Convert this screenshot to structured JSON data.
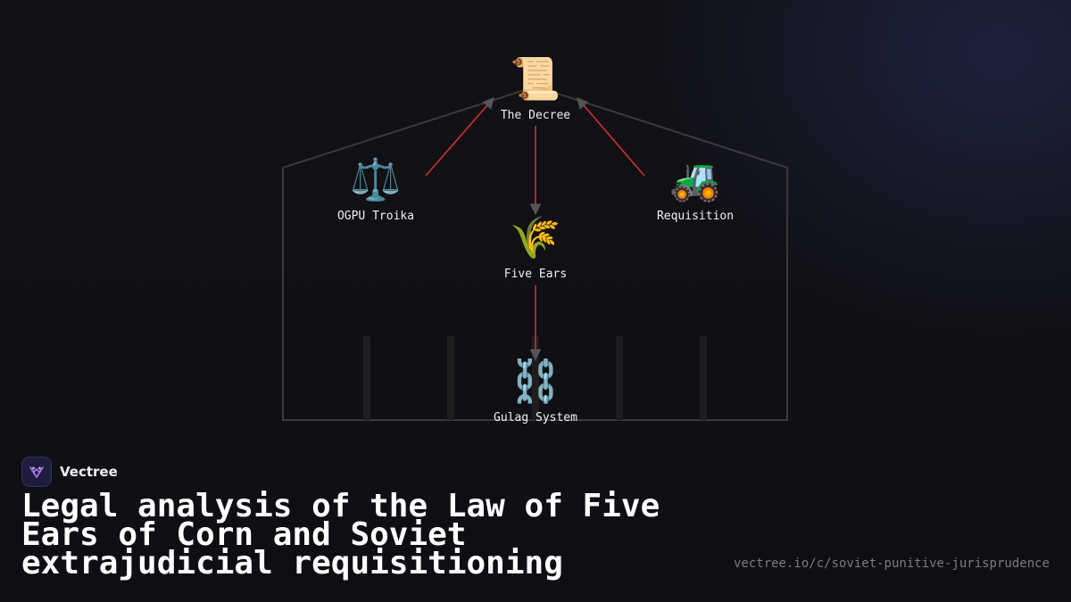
{
  "diagram": {
    "nodes": [
      {
        "id": "decree",
        "label": "The Decree",
        "emoji": "📜",
        "icon": "scroll-icon"
      },
      {
        "id": "troika",
        "label": "OGPU Troika",
        "emoji": "⚖️",
        "icon": "balance-scale-icon"
      },
      {
        "id": "requisition",
        "label": "Requisition",
        "emoji": "🚜",
        "icon": "tractor-icon"
      },
      {
        "id": "ears",
        "label": "Five Ears",
        "emoji": "🌾",
        "icon": "wheat-sheaf-icon"
      },
      {
        "id": "gulag",
        "label": "Gulag System",
        "emoji": "⛓️",
        "icon": "chains-icon"
      }
    ],
    "edges": [
      {
        "from": "troika",
        "to": "decree"
      },
      {
        "from": "requisition",
        "to": "decree"
      },
      {
        "from": "decree",
        "to": "ears"
      },
      {
        "from": "ears",
        "to": "gulag"
      }
    ],
    "colors": {
      "edge": "#cc3333",
      "arrowhead": "#555555",
      "outline": "#3a3a3a",
      "pillar": "#1e1e1e"
    }
  },
  "brand": {
    "name": "Vectree",
    "icon": "vectree-logo-icon"
  },
  "title": "Legal analysis of the Law of Five Ears of Corn and Soviet extrajudicial requisitioning",
  "url": "vectree.io/c/soviet-punitive-jurisprudence"
}
